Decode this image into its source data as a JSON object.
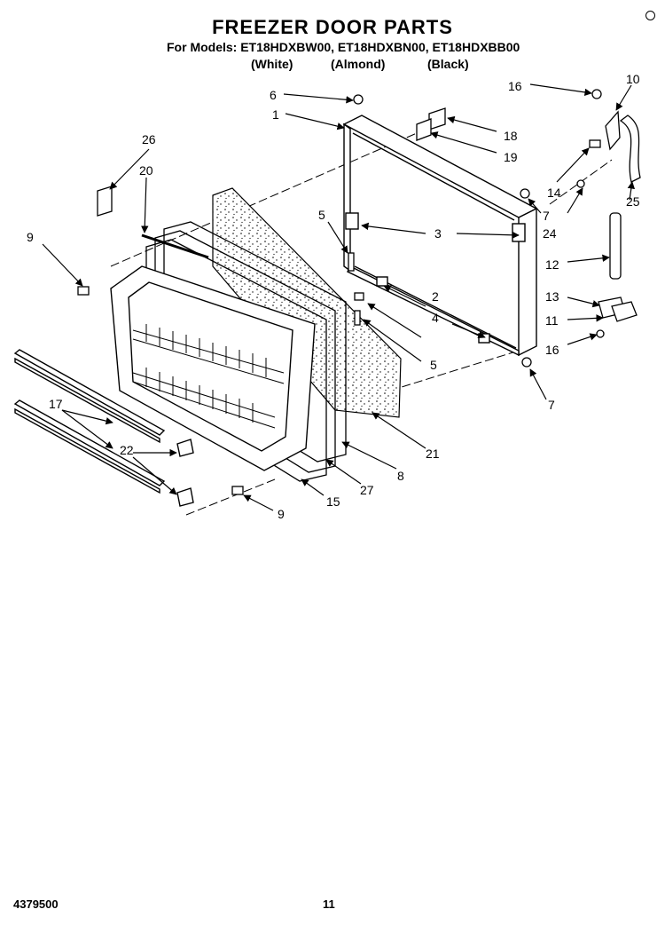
{
  "header": {
    "title": "FREEZER DOOR PARTS",
    "models": "For Models: ET18HDXBW00, ET18HDXBN00, ET18HDXBB00",
    "variants": [
      "(White)",
      "(Almond)",
      "(Black)"
    ]
  },
  "callouts": [
    "1",
    "2",
    "3",
    "4",
    "5",
    "5",
    "6",
    "7",
    "7",
    "8",
    "9",
    "9",
    "10",
    "11",
    "12",
    "13",
    "14",
    "15",
    "16",
    "16",
    "17",
    "18",
    "19",
    "20",
    "21",
    "22",
    "24",
    "25",
    "26",
    "27"
  ],
  "footer": {
    "doc_number": "4379500",
    "page_number": "11"
  },
  "colors": {
    "ink": "#000000",
    "paper": "#ffffff"
  }
}
